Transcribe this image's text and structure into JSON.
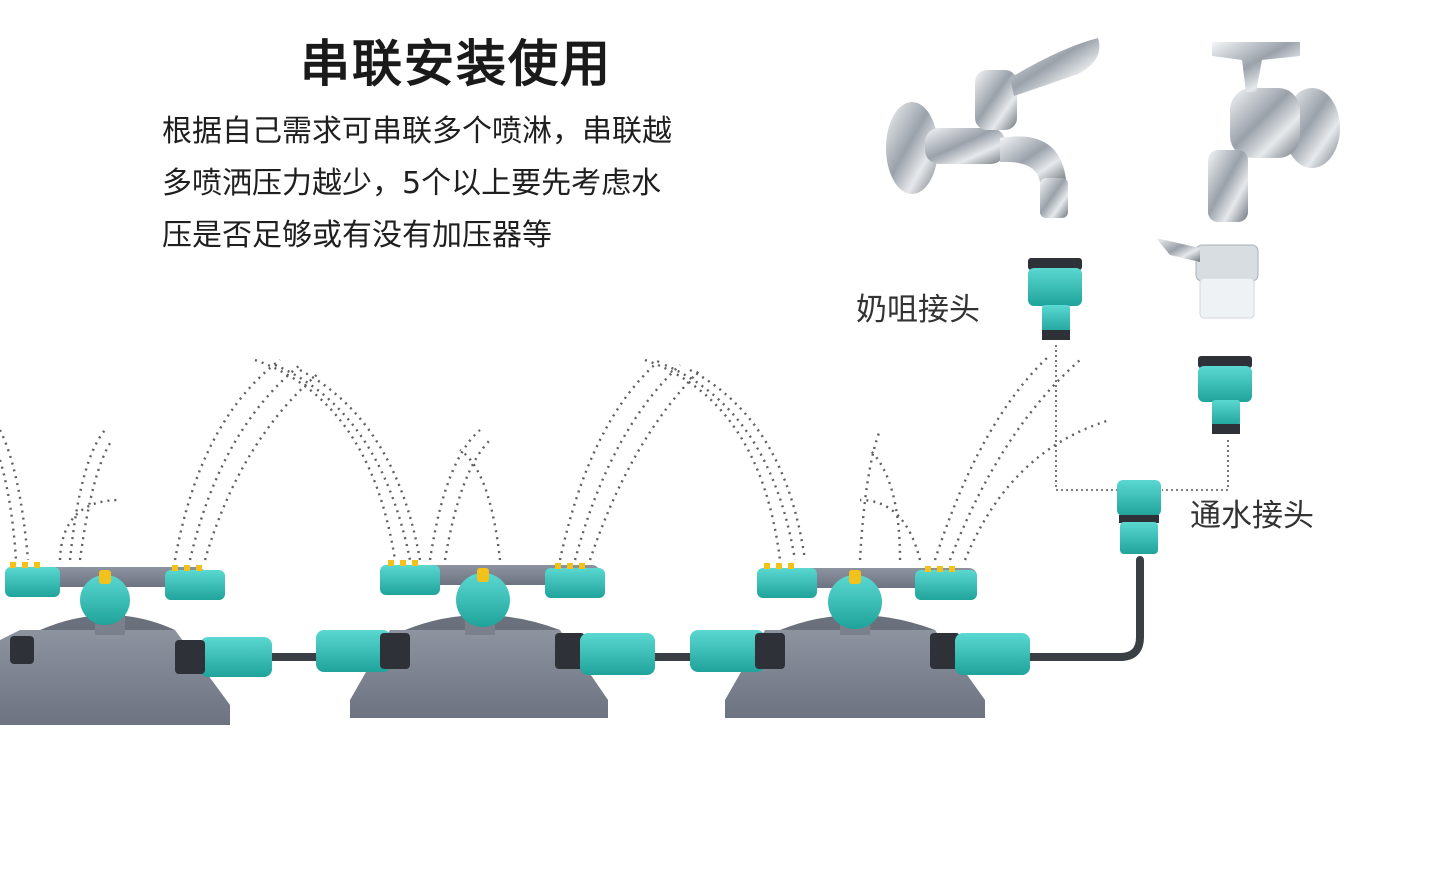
{
  "title": "串联安装使用",
  "description": {
    "line1": "根据自己需求可串联多个喷淋，串联越",
    "line2": "多喷洒压力越少，5个以上要先考虑水",
    "line3": "压是否足够或有没有加压器等"
  },
  "labels": {
    "nipple_connector": "奶咀接头",
    "water_connector": "通水接头"
  },
  "colors": {
    "teal": "#3bc7c0",
    "teal_dark": "#1f9f98",
    "gray": "#7f8693",
    "gray_dark": "#5d6370",
    "hose": "#3a3f45",
    "yellow": "#f2c21b",
    "chrome": "#b9bec5"
  },
  "icons": {
    "faucet_left": "faucet-icon",
    "faucet_right": "faucet-icon",
    "clamp_adapter": "clamp-adapter-icon"
  }
}
